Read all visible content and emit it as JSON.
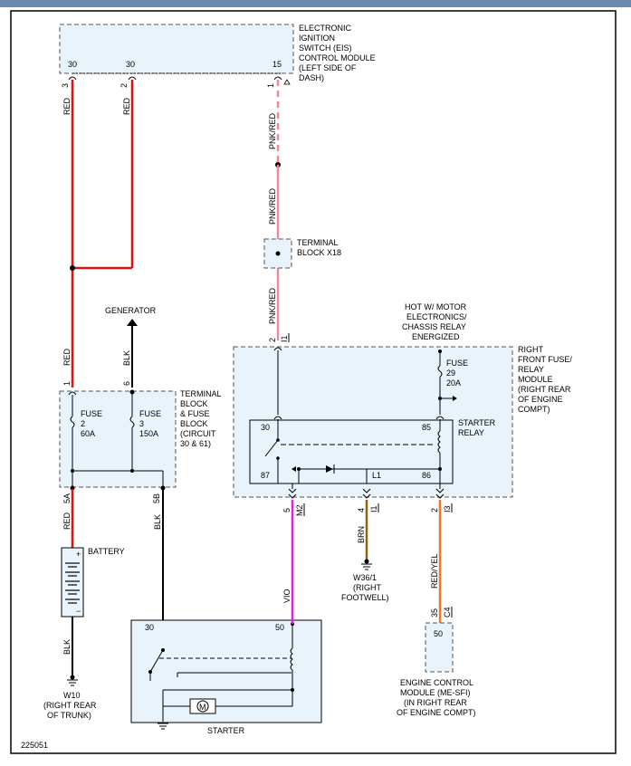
{
  "diagram_id": "225051",
  "components": {
    "eis": {
      "label": [
        "ELECTRONIC",
        "IGNITION",
        "SWITCH (EIS)",
        "CONTROL MODULE",
        "(LEFT SIDE OF",
        "DASH)"
      ],
      "pins": [
        "30",
        "30",
        "15"
      ],
      "cavities": [
        "3",
        "2",
        "1"
      ]
    },
    "terminal_x18": {
      "label": [
        "TERMINAL",
        "BLOCK X18"
      ]
    },
    "generator": {
      "label": "GENERATOR"
    },
    "fuse_block": {
      "label": [
        "TERMINAL",
        "BLOCK",
        "& FUSE",
        "BLOCK",
        "(CIRCUIT",
        "30 & 61)"
      ],
      "fuse2": [
        "FUSE",
        "2",
        "60A"
      ],
      "fuse3": [
        "FUSE",
        "3",
        "150A"
      ],
      "pins": [
        "1",
        "6",
        "5A",
        "5B"
      ]
    },
    "hot_note": {
      "label": [
        "HOT W/ MOTOR",
        "ELECTRONICS/",
        "CHASSIS RELAY",
        "ENERGIZED"
      ]
    },
    "front_fuse": {
      "label": [
        "RIGHT",
        "FRONT FUSE/",
        "RELAY",
        "MODULE",
        "(RIGHT REAR",
        "OF ENGINE",
        "COMPT)"
      ],
      "fuse29": [
        "FUSE",
        "29",
        "20A"
      ]
    },
    "starter_relay": {
      "label": [
        "STARTER",
        "RELAY"
      ],
      "pins": [
        "30",
        "85",
        "87",
        "L1",
        "86"
      ]
    },
    "battery": {
      "label": "BATTERY"
    },
    "ground_w10": {
      "label": [
        "W10",
        "(RIGHT REAR",
        "OF TRUNK)"
      ]
    },
    "ground_w36": {
      "label": [
        "W36/1",
        "(RIGHT",
        "FOOTWELL)"
      ]
    },
    "starter": {
      "label": "STARTER",
      "pins": [
        "30",
        "50"
      ]
    },
    "ecm": {
      "label": [
        "ENGINE CONTROL",
        "MODULE (ME-SFI)",
        "(IN RIGHT REAR",
        "OF ENGINE COMPT)"
      ],
      "pin": "50"
    }
  },
  "wires": {
    "red": "RED",
    "pnk_red": "PNK/RED",
    "blk": "BLK",
    "vio": "VIO",
    "brn": "BRN",
    "red_yel": "RED/YEL"
  },
  "connectors": {
    "i1_top": "I1",
    "m2": "M2",
    "i1_bottom": "I1",
    "i3": "I3",
    "c4": "C4",
    "cav5": "5",
    "cav4": "4",
    "cav2": "2",
    "cav2_top": "2",
    "cav35": "35"
  },
  "colors": {
    "red": "#e01010",
    "pink": "#f08a9a",
    "violet": "#e020e0",
    "brown": "#8a6418",
    "orange": "#f07828",
    "box_fill": "#e8f3fb",
    "header": "#6d8bb0"
  }
}
